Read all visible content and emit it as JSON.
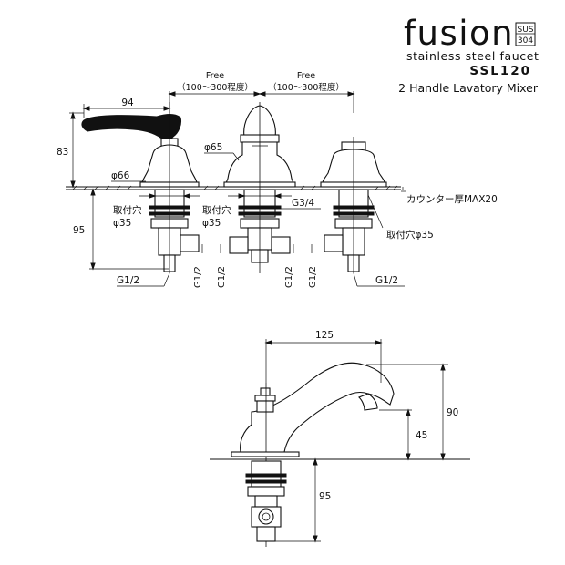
{
  "brand": {
    "logo": "fusion",
    "badge_top": "SUS",
    "badge_bottom": "304",
    "tagline": "stainless steel faucet",
    "model": "SSL120",
    "product": "2 Handle Lavatory Mixer"
  },
  "top_view": {
    "free_left_label": "Free",
    "free_left_range": "（100～300程度）",
    "free_right_label": "Free",
    "free_right_range": "（100～300程度）",
    "handle_length": "94",
    "handle_height": "83",
    "below_counter": "95",
    "dia_left_base": "φ66",
    "dia_spout_base": "φ65",
    "hole_left_label": "取付穴",
    "hole_left_dia": "φ35",
    "hole_mid_label": "取付穴",
    "hole_mid_dia": "φ35",
    "hole_right_label": "取付穴φ35",
    "g34": "G3/4",
    "counter_label": "カウンター厚MAX20",
    "g12_left": "G1/2",
    "g12_right": "G1/2",
    "g12_v1": "G1/2",
    "g12_v2": "G1/2",
    "g12_v3": "G1/2",
    "g12_v4": "G1/2"
  },
  "side_view": {
    "reach": "125",
    "spout_height": "90",
    "outlet_height": "45",
    "below_counter": "95"
  }
}
